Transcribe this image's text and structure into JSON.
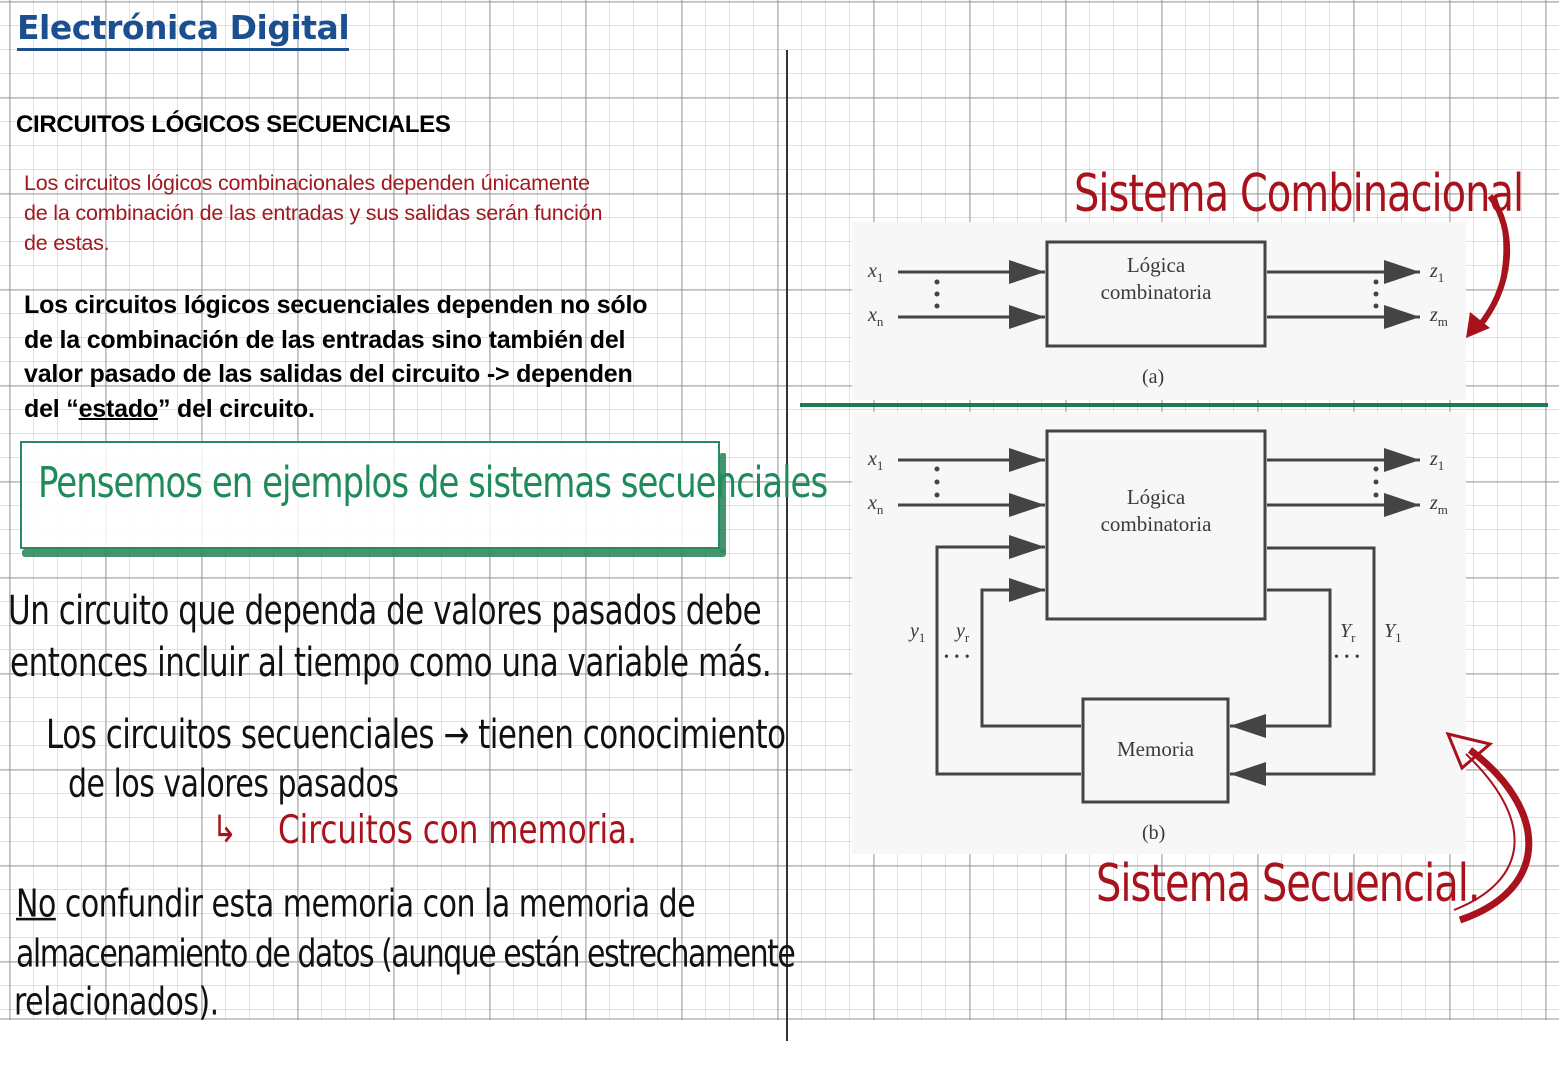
{
  "page": {
    "title": "Electrónica Digital",
    "section_heading": "CIRCUITOS LÓGICOS SECUENCIALES"
  },
  "left": {
    "combinational_paragraph": [
      "Los circuitos lógicos combinacionales dependen únicamente",
      "de la combinación de las entradas y sus salidas serán función",
      "de estas."
    ],
    "sequential_paragraph": {
      "line1": "Los circuitos lógicos secuenciales dependen no sólo",
      "line2": "de la combinación de las entradas sino también del",
      "line3": "valor pasado de las salidas del circuito -> dependen",
      "line4_pre": "del “",
      "line4_underlined": "estado",
      "line4_post": "” del circuito."
    },
    "green_box_note": "Pensemos en ejemplos de sistemas secuenciales",
    "handwritten": {
      "line1": "Un circuito que dependa de valores pasados debe",
      "line2": "entonces incluir al tiempo como una variable más.",
      "line3": "Los circuitos secuenciales → tienen conocimiento",
      "line4": "de los valores pasados",
      "line5_arrow": "↳",
      "line5": "Circuitos con memoria.",
      "note_no": "No",
      "note_line1": " confundir esta memoria con la memoria de",
      "note_line2": "almacenamiento de datos (aunque están estrechamente",
      "note_line3": "relacionados)."
    }
  },
  "right": {
    "combinational_label": "Sistema Combinacional",
    "sequential_label": "Sistema Secuencial.",
    "diagram_a": {
      "block": [
        "Lógica",
        "combinatoria"
      ],
      "inputs": [
        "x",
        "1",
        "x",
        "n"
      ],
      "outputs": [
        "z",
        "1",
        "z",
        "m"
      ],
      "caption": "(a)"
    },
    "diagram_b": {
      "block": [
        "Lógica",
        "combinatoria"
      ],
      "memory": "Memoria",
      "inputs": [
        "x",
        "1",
        "x",
        "n"
      ],
      "outputs": [
        "z",
        "1",
        "z",
        "m"
      ],
      "state_in": [
        "y",
        "1",
        "y",
        "r"
      ],
      "state_out": [
        "Y",
        "r",
        "Y",
        "1"
      ],
      "ellipsis": "• • •",
      "caption": "(b)"
    }
  },
  "colors": {
    "title_blue": "#1b4f8f",
    "red_text": "#a01820",
    "handwriting_red": "#a8121c",
    "green": "#1f8a5a",
    "divider": "#333333"
  }
}
